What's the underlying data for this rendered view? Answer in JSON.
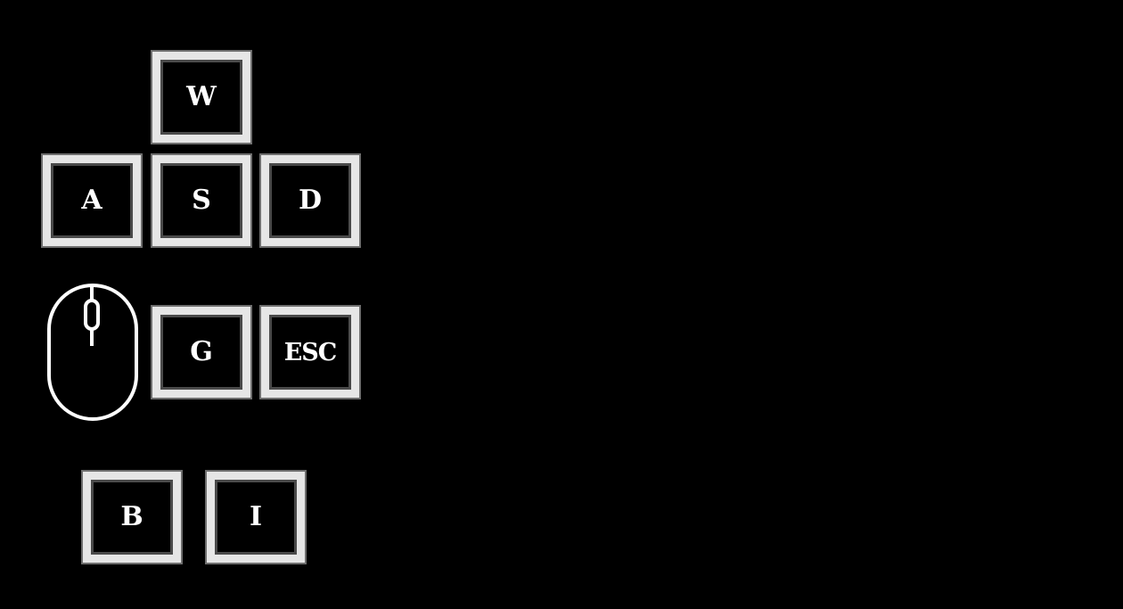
{
  "controls": {
    "keys": {
      "w": "W",
      "a": "A",
      "s": "S",
      "d": "D",
      "g": "G",
      "esc": "ESC",
      "b": "B",
      "i": "I"
    },
    "mouse_icon": "mouse-icon"
  },
  "colors": {
    "background": "#000000",
    "key_face": "#000000",
    "key_frame": "#e6e6e6",
    "key_text": "#ffffff"
  }
}
